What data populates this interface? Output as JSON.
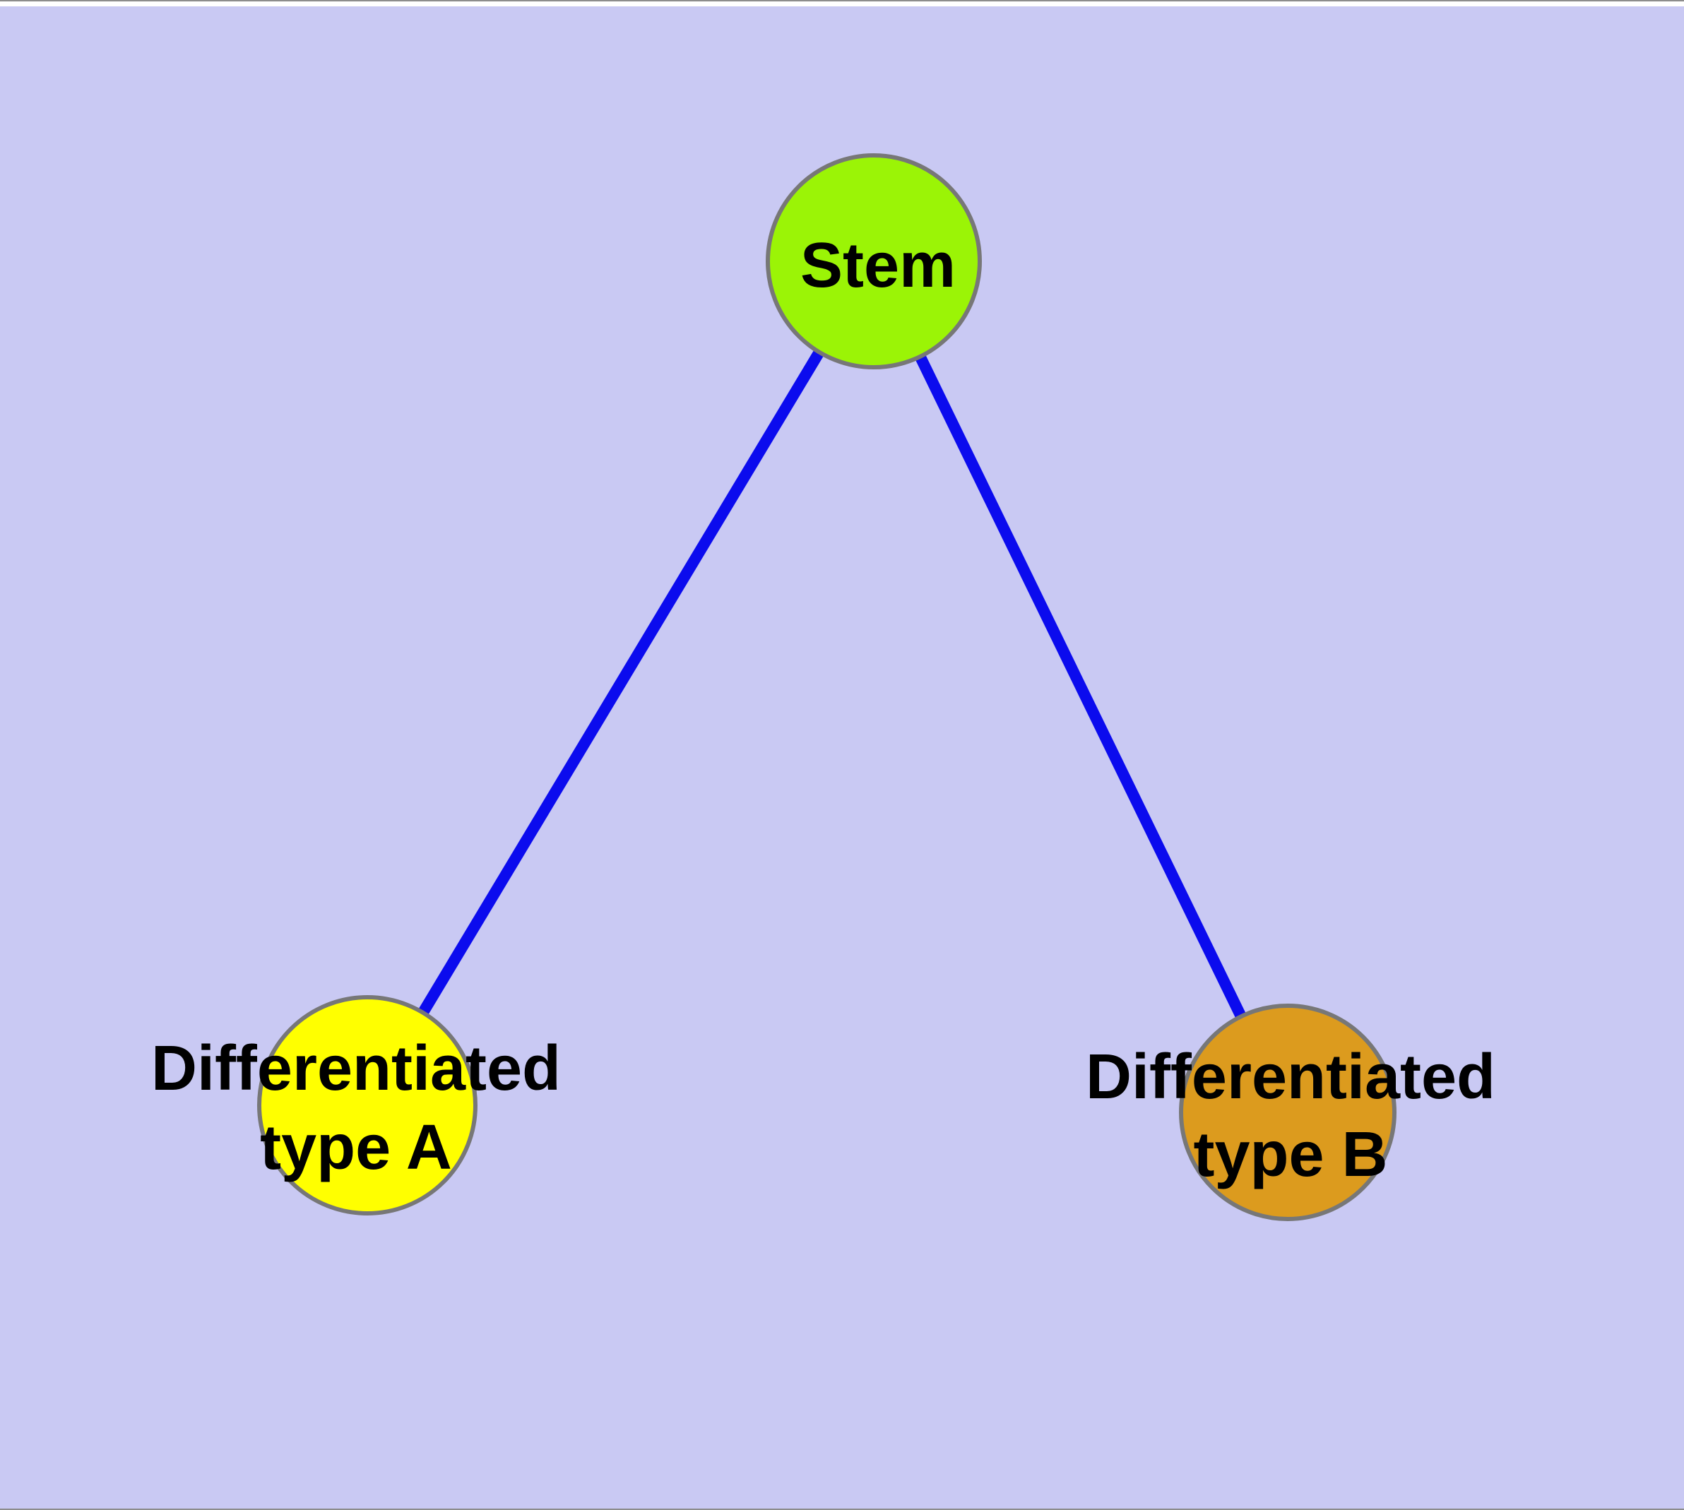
{
  "window": {
    "top_strip_color": "#ffffff",
    "frame_line_color": "#8c8c8c"
  },
  "diagram": {
    "colors": {
      "background": "#c9c9f3",
      "edge": "#0b0bee",
      "node_border": "#777777",
      "label": "#000000"
    },
    "nodes": [
      {
        "id": "stem",
        "label": "Stem",
        "fill": "#9bf406"
      },
      {
        "id": "differentiated-type-a",
        "label_line1": "Differentiated",
        "label_line2": "type A",
        "fill": "#ffff00"
      },
      {
        "id": "differentiated-type-b",
        "label_line1": "Differentiated",
        "label_line2": "type B",
        "fill": "#dc9b1e"
      }
    ],
    "edges": [
      {
        "from": "Stem",
        "to": "Differentiated type A"
      },
      {
        "from": "Stem",
        "to": "Differentiated type B"
      }
    ]
  }
}
